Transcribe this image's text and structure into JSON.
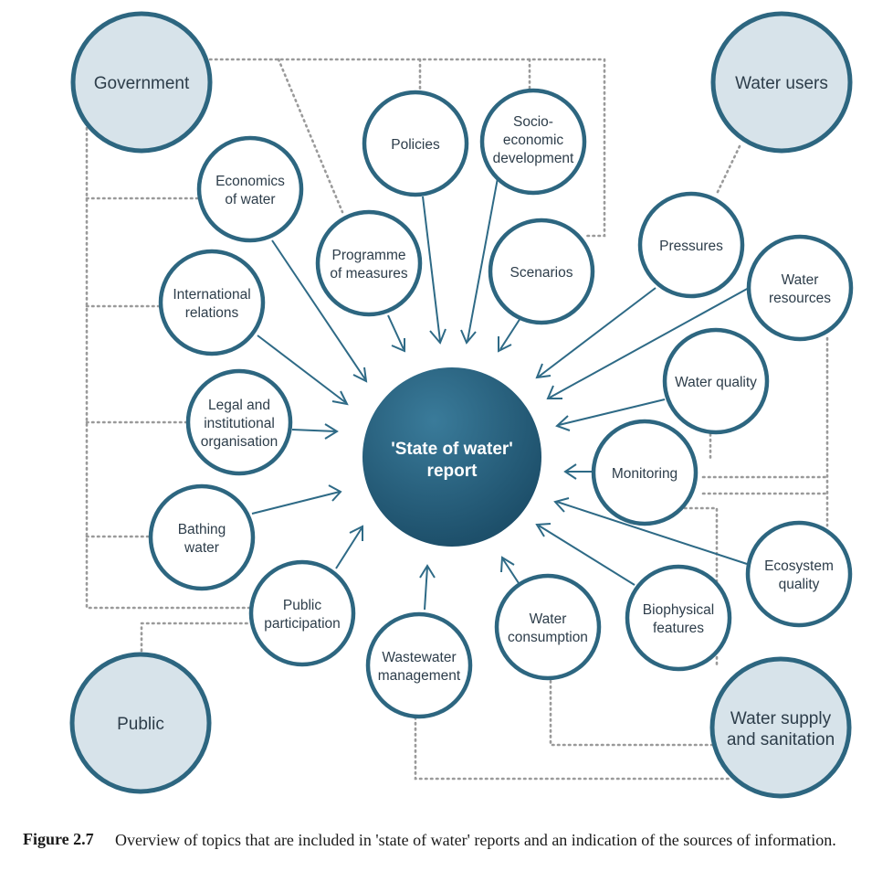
{
  "center": {
    "line1": "'State of water'",
    "line2": "report"
  },
  "sources": {
    "government": "Government",
    "water_users": "Water users",
    "public": "Public",
    "water_supply": [
      "Water supply",
      "and sanitation"
    ]
  },
  "topics": {
    "policies": [
      "Policies"
    ],
    "socio_economic": [
      "Socio-",
      "economic",
      "development"
    ],
    "economics_of_water": [
      "Economics",
      "of water"
    ],
    "programme_of_measures": [
      "Programme",
      "of measures"
    ],
    "scenarios": [
      "Scenarios"
    ],
    "pressures": [
      "Pressures"
    ],
    "water_resources": [
      "Water",
      "resources"
    ],
    "international_relations": [
      "International",
      "relations"
    ],
    "water_quality": [
      "Water quality"
    ],
    "legal_institutional": [
      "Legal and",
      "institutional",
      "organisation"
    ],
    "monitoring": [
      "Monitoring"
    ],
    "bathing_water": [
      "Bathing",
      "water"
    ],
    "ecosystem_quality": [
      "Ecosystem",
      "quality"
    ],
    "public_participation": [
      "Public",
      "participation"
    ],
    "biophysical_features": [
      "Biophysical",
      "features"
    ],
    "water_consumption": [
      "Water",
      "consumption"
    ],
    "wastewater_management": [
      "Wastewater",
      "management"
    ]
  },
  "caption": {
    "label": "Figure 2.7",
    "text": "Overview of topics that are included in 'state of water' reports and an indication of the sources of information."
  }
}
